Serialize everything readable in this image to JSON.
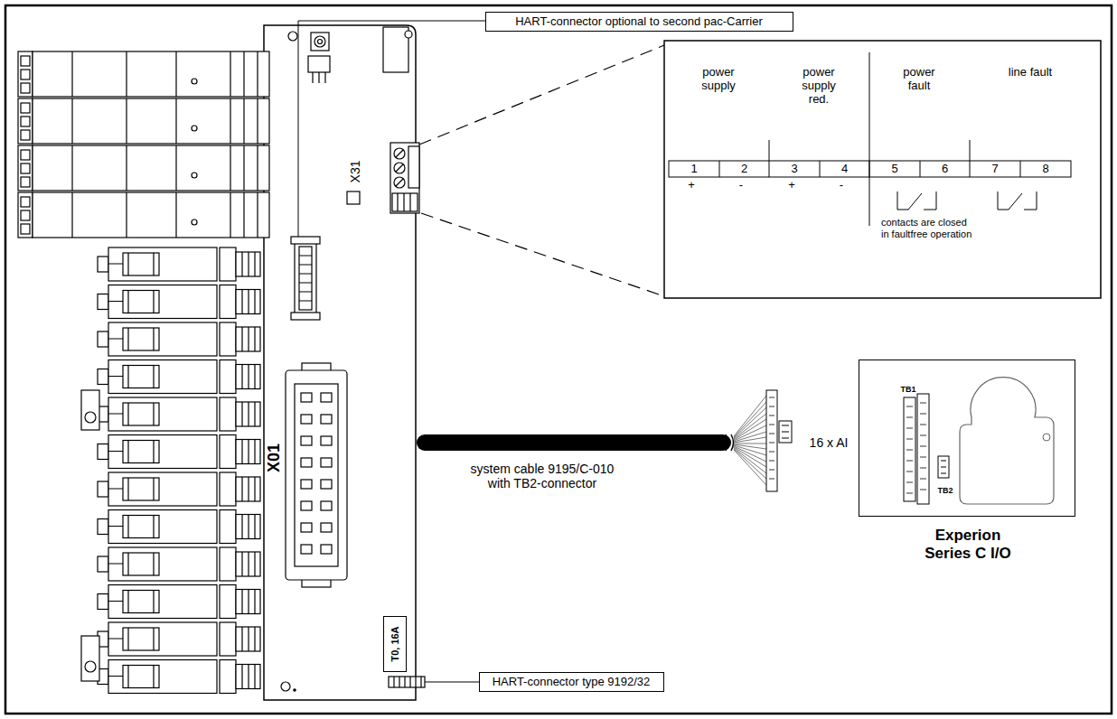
{
  "diagram": {
    "nodes": [
      {
        "text": [
          "HART-connector optional to second pac-Carrier"
        ]
      },
      {
        "text": [
          "TB1",
          "TB2",
          "Experion Series C I/O"
        ]
      },
      {
        "text": [
          "T0, 16A"
        ]
      },
      {
        "text": [
          "HART-connector type 9192/32"
        ]
      }
    ],
    "labels": [
      "X31",
      "X01",
      "power supply",
      "power supply red.",
      "power fault",
      "line fault",
      "1",
      "2",
      "3",
      "4",
      "5",
      "6",
      "7",
      "8",
      "+",
      "-",
      "+",
      "-",
      "contacts are closed in faultfree operation",
      "system cable 9195/C-010 with TB2-connector",
      "16 x AI"
    ]
  }
}
